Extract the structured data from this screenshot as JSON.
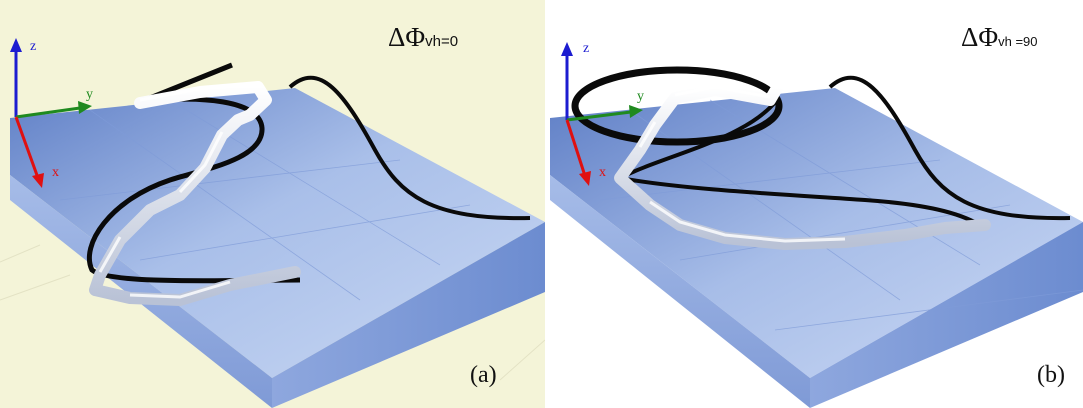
{
  "panels": [
    {
      "label": "(a)",
      "title_main": "ΔΦ",
      "title_sub": "vh=0",
      "axes": {
        "z": "z",
        "y": "y",
        "x": "x"
      },
      "background": "#f4f4d8"
    },
    {
      "label": "(b)",
      "title_main": "ΔΦ",
      "title_sub": "vh =90",
      "axes": {
        "z": "z",
        "y": "y",
        "x": "x"
      },
      "background": "#ffffff"
    }
  ],
  "colors": {
    "axis_z": "#1c1cd0",
    "axis_y": "#1f8a1f",
    "axis_x": "#e01010",
    "slab_top": "#9bb4e6",
    "slab_side": "#6f8fd0",
    "trajectory": "#0a0a0a",
    "robot": "#e4e8f2"
  }
}
